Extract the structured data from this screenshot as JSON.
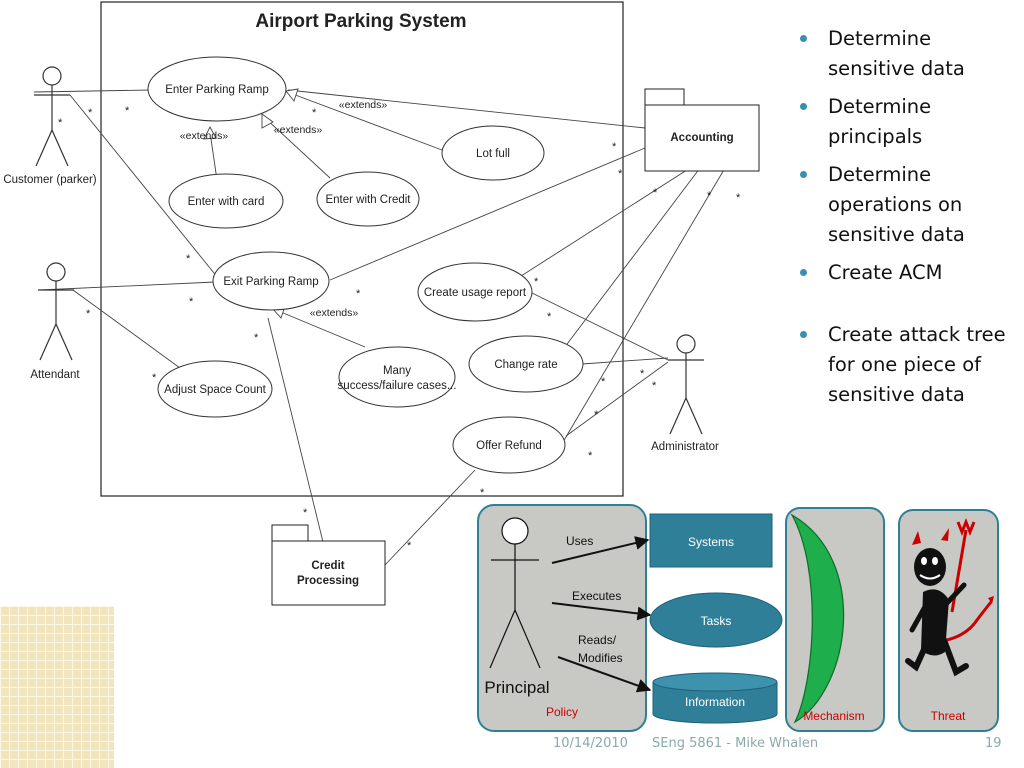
{
  "uml": {
    "title": "Airport Parking System",
    "actors": {
      "customer": "Customer (parker)",
      "attendant": "Attendant",
      "administrator": "Administrator"
    },
    "packages": {
      "accounting": "Accounting",
      "credit_line1": "Credit",
      "credit_line2": "Processing"
    },
    "use_cases": {
      "enter_ramp": "Enter Parking Ramp",
      "enter_card": "Enter with card",
      "enter_credit": "Enter with Credit",
      "lot_full": "Lot full",
      "exit_ramp": "Exit Parking Ramp",
      "adjust_count": "Adjust Space Count",
      "usage_report": "Create usage report",
      "change_rate": "Change rate",
      "many_line1": "Many",
      "many_line2": "success/failure cases...",
      "offer_refund": "Offer Refund"
    },
    "extends_label": "«extends»",
    "multiplicity": "*"
  },
  "bullets": [
    "Determine sensitive data",
    "Determine principals",
    "Determine operations on sensitive data",
    "Create ACM",
    "Create attack tree for one piece of sensitive data"
  ],
  "policy": {
    "principal": "Principal",
    "policy": "Policy",
    "uses": "Uses",
    "executes": "Executes",
    "reads_line1": "Reads/",
    "reads_line2": "Modifies",
    "systems": "Systems",
    "tasks": "Tasks",
    "information": "Information",
    "mechanism": "Mechanism",
    "threat": "Threat"
  },
  "footer": {
    "date": "10/14/2010",
    "course": "SEng 5861 - Mike Whalen",
    "page": "19"
  },
  "colors": {
    "teal": "#2f7f99",
    "policy_red": "#cc0000",
    "panel_gray": "#c8c8c4",
    "mechanism_green": "#1fae4c",
    "bullet_accent": "#3a8fb0"
  }
}
